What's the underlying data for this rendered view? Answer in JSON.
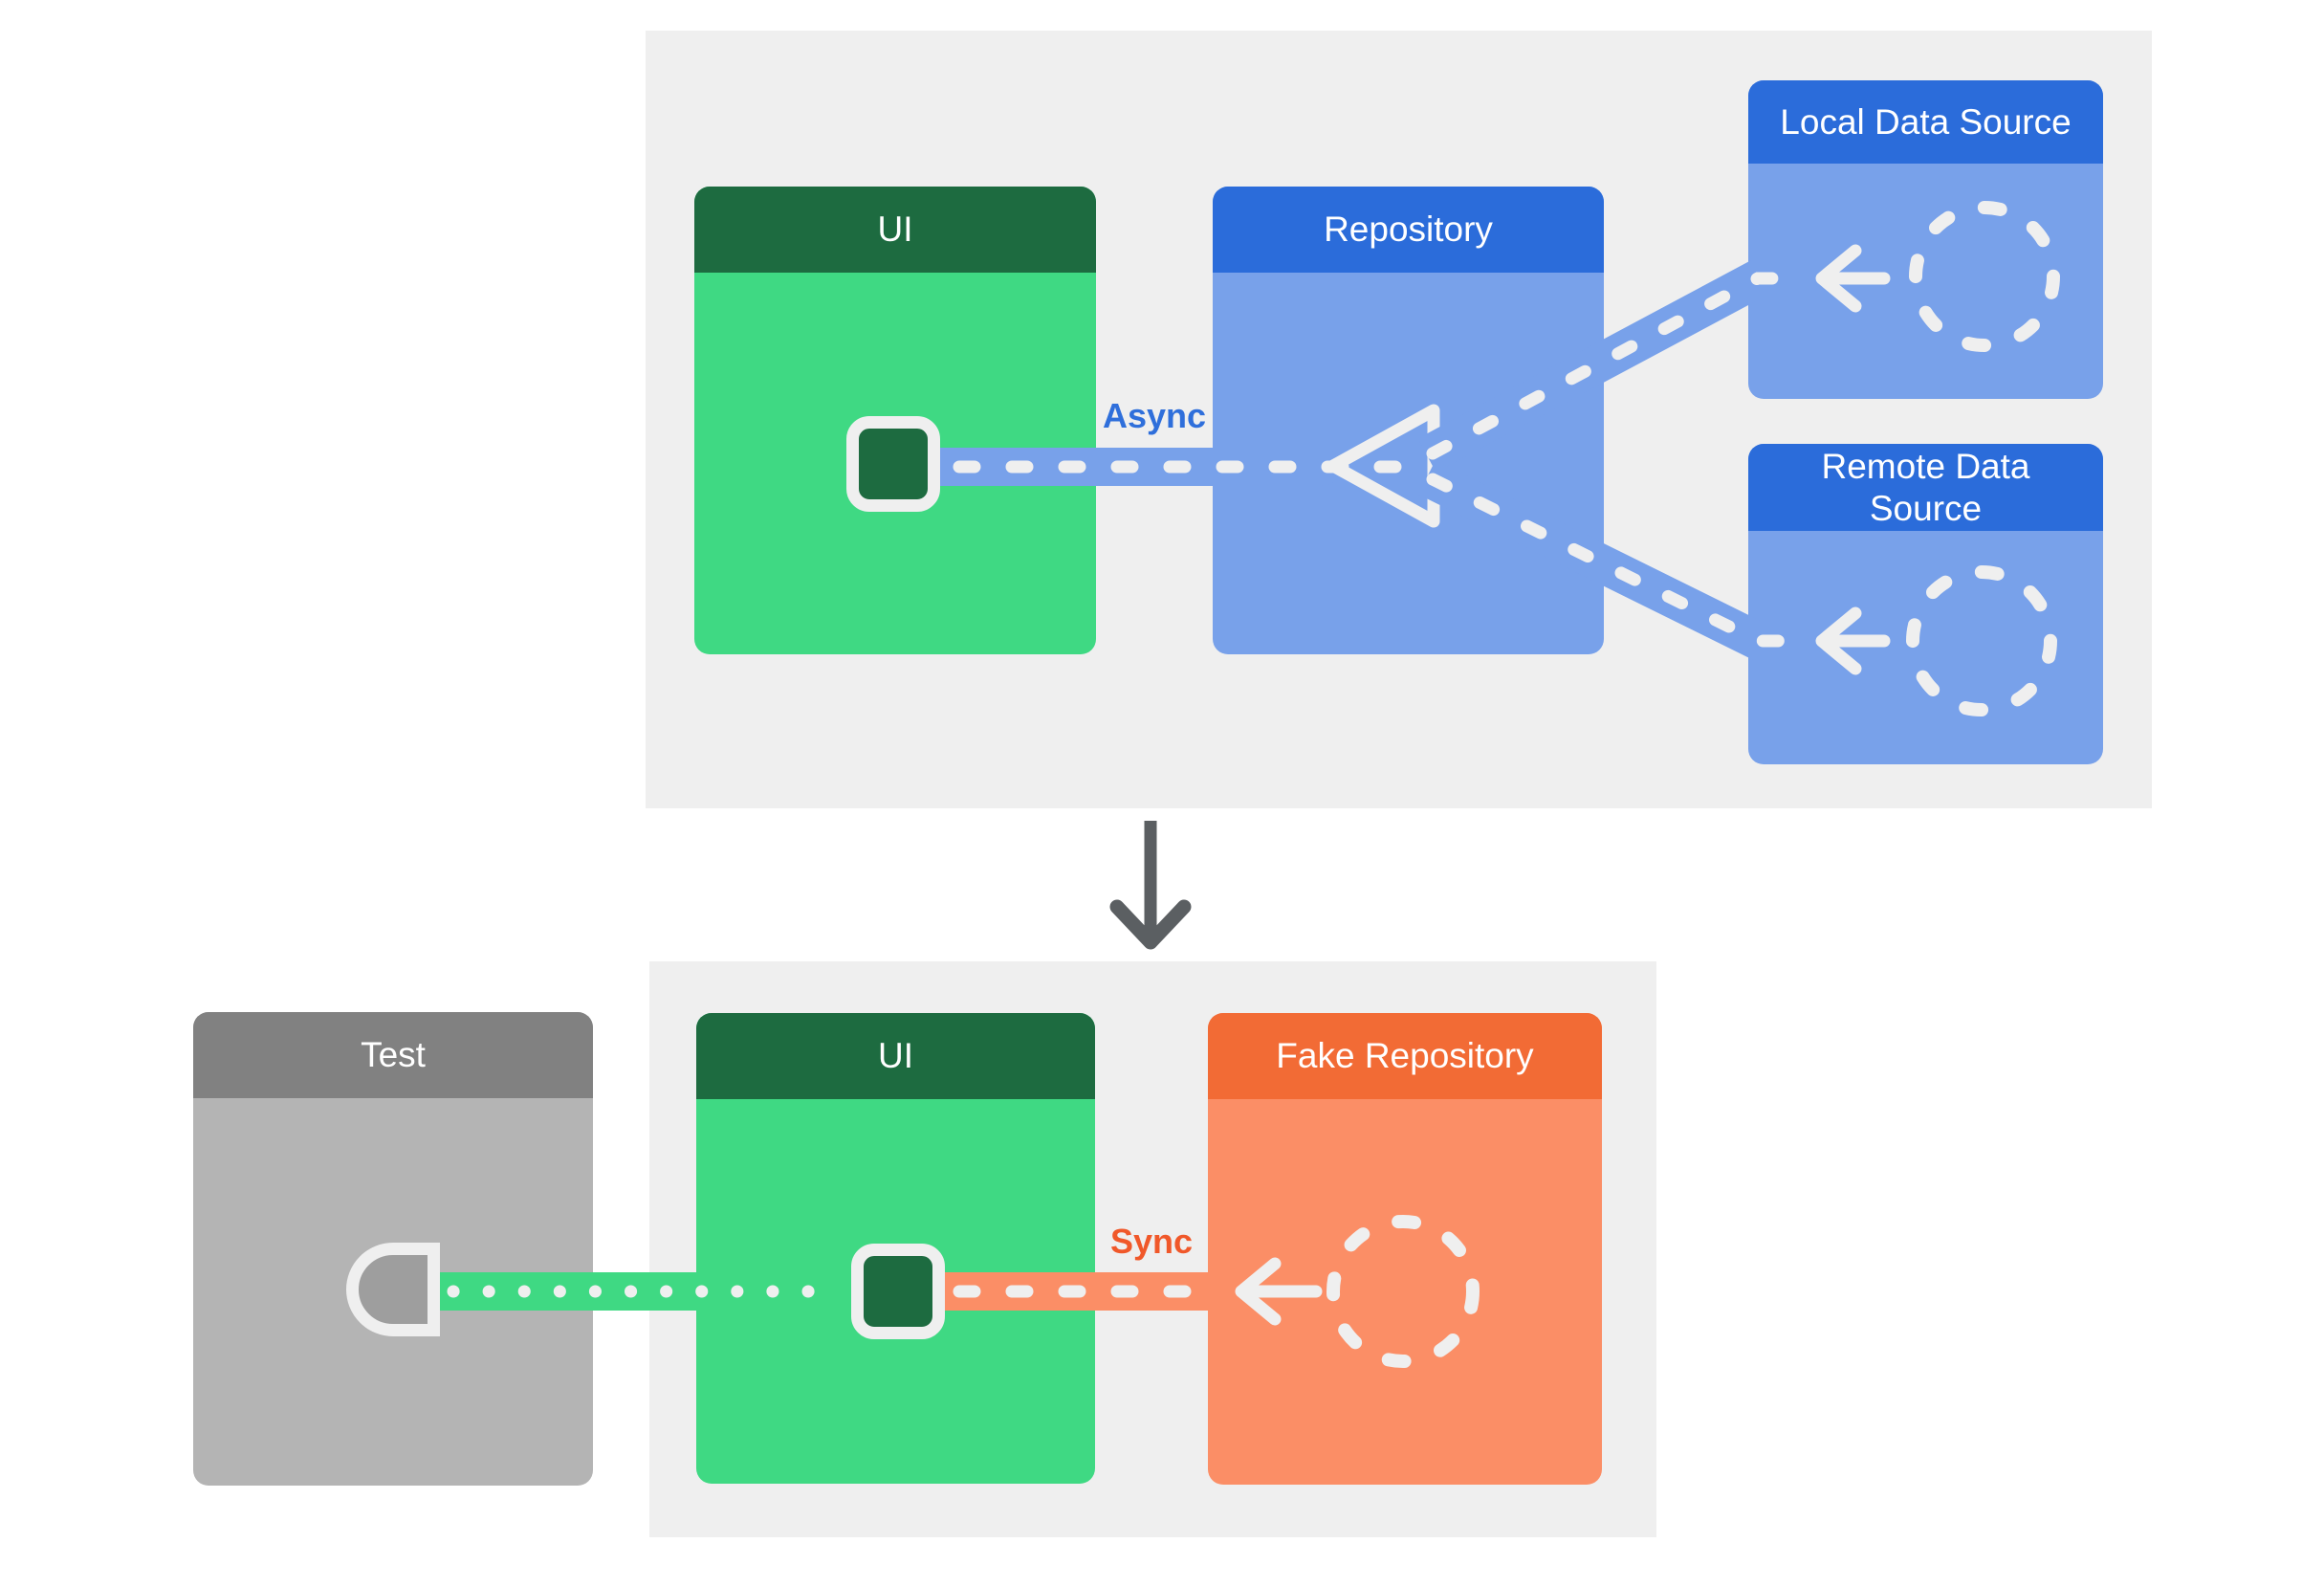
{
  "production_panel": {
    "ui_box": {
      "title": "UI"
    },
    "repository_box": {
      "title": "Repository"
    },
    "local_data_source_box": {
      "title": "Local Data Source"
    },
    "remote_data_source_box": {
      "title": "Remote Data Source"
    },
    "connection_label": "Async"
  },
  "test_panel": {
    "test_box": {
      "title": "Test"
    },
    "ui_box": {
      "title": "UI"
    },
    "fake_repository_box": {
      "title": "Fake Repository"
    },
    "connection_label": "Sync"
  },
  "icons": {
    "repository_input": "open-triangle-left",
    "data_source": "dashed-circle",
    "data_flow": "arrow-left",
    "section_transition": "arrow-down",
    "ui_connection_port": "rounded-square",
    "test_socket": "half-round-socket"
  },
  "colors": {
    "page_bg": "#ffffff",
    "panel_bg": "#efefef",
    "green_header": "#1d6b40",
    "green_body": "#3fd983",
    "blue_header": "#2b6cda",
    "blue_body": "#78a1ea",
    "orange_header": "#f26b35",
    "orange_body": "#fb8e66",
    "gray_header": "#818181",
    "gray_body": "#b4b4b4",
    "socket_fill": "#9e9e9e",
    "dash_white": "#efefef",
    "async_label": "#2f6fdb",
    "sync_label": "#f0582a",
    "down_arrow": "#5b5f62",
    "header_text": "#ffffff"
  }
}
